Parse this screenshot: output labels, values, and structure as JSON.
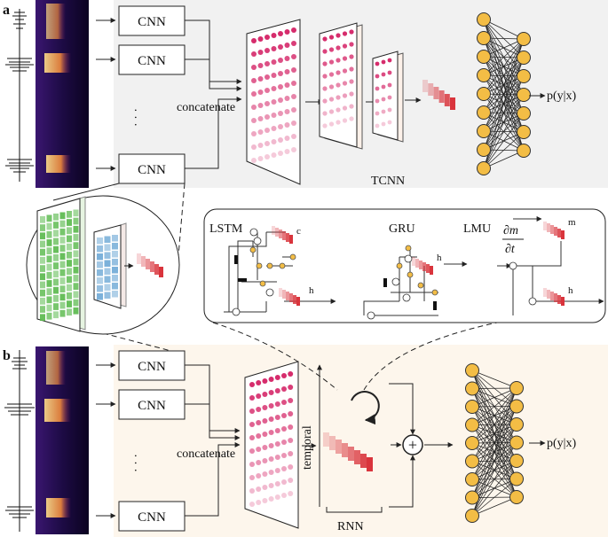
{
  "panel_a": {
    "label": "a",
    "cnn_labels": [
      "CNN",
      "CNN",
      "CNN"
    ],
    "ellipsis": "· · ·",
    "concatenate": "concatenate",
    "output": "p(y|x)",
    "block_name": "TCNN"
  },
  "rnn_cells": {
    "lstm": {
      "name": "LSTM",
      "out_c": "c",
      "out_h": "h"
    },
    "gru": {
      "name": "GRU",
      "out_h": "h"
    },
    "lmu": {
      "name": "LMU",
      "derivative_num": "∂m",
      "derivative_den": "∂t",
      "out_m": "m",
      "out_h": "h"
    }
  },
  "panel_b": {
    "label": "b",
    "cnn_labels": [
      "CNN",
      "CNN",
      "CNN"
    ],
    "ellipsis": "· · ·",
    "concatenate": "concatenate",
    "temporal": "temporal",
    "sum_symbol": "+",
    "rnn_label": "RNN",
    "output": "p(y|x)"
  },
  "colors": {
    "panel_a_bg": "#f1f1f1",
    "panel_b_bg": "#fdf6ec",
    "pink_dots": "#d62c6c",
    "red_bars": "#d9343c",
    "green_grid": "#59b94c",
    "blue_grid": "#6fa9d6",
    "neuron_fill": "#f3bd45",
    "spectrogram_bg": "#1d0b45"
  }
}
